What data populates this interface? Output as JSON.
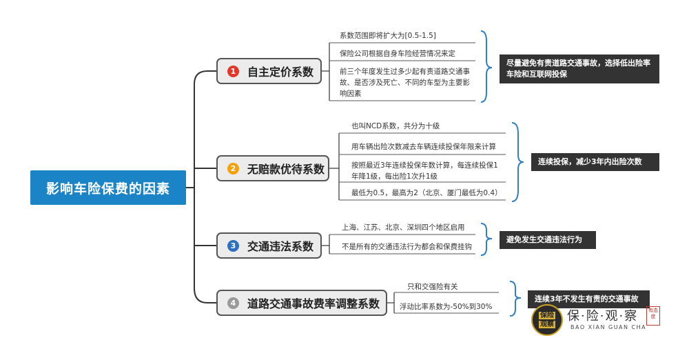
{
  "root": {
    "title": "影响车险保费的因素"
  },
  "branches": [
    {
      "number": "1",
      "title": "自主定价系数",
      "color": "#e0392b",
      "items": [
        "系数范围即将扩大为[0.5-1.5]",
        "保险公司根据自身车险经营情况来定",
        "前三个年度发生过多少起有责道路交通事故、是否涉及死亡、不同的车型为主要影响因素"
      ],
      "advice": "尽量避免有责道路交通事故，选择低出险率车险和互联网投保"
    },
    {
      "number": "2",
      "title": "无赔款优待系数",
      "color": "#f2a20e",
      "items": [
        "也叫NCD系数，共分为十级",
        "用车辆出险次数减去车辆连续投保年限来计算",
        "按照最近3年连续投保年数计算，每连续投保1年降1级，每出险1次升1级",
        "最低为0.5，最高为2（北京、厦门最低为0.4）"
      ],
      "advice": "连续投保，减少3年内出险次数"
    },
    {
      "number": "3",
      "title": "交通违法系数",
      "color": "#2e6fbe",
      "items": [
        "上海、江苏、北京、深圳四个地区启用",
        "不是所有的交通违法行为都会和保费挂钩"
      ],
      "advice": "避免发生交通违法行为"
    },
    {
      "number": "4",
      "title": "道路交通事故费率调整系数",
      "color": "#9a9a9a",
      "items": [
        "只和交强险有关",
        "浮动比率系数为-50%到30%"
      ],
      "advice": "连续3年不发生有责的交通事故"
    }
  ],
  "logo": {
    "badge_top": "保险",
    "badge_bottom": "观察",
    "name": "保·险·观·察",
    "pinyin": "BAO XIAN GUAN CHA",
    "seal": "有态度"
  },
  "colors": {
    "root_bg": "#1a84c7",
    "line": "#333333",
    "bracket": "#2f7fc1"
  }
}
